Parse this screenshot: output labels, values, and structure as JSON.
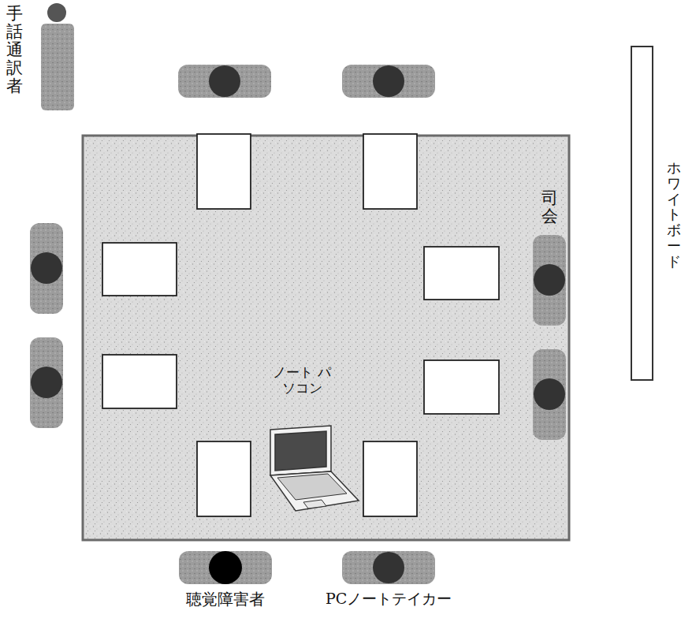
{
  "diagram": {
    "nodes": [
      {
        "text": [
          "ホワイトボード"
        ]
      }
    ],
    "labels": [
      "手話通訳者",
      "司会",
      "ノート パソコン",
      "聴覚障害者",
      "PCノートテイカー"
    ]
  }
}
